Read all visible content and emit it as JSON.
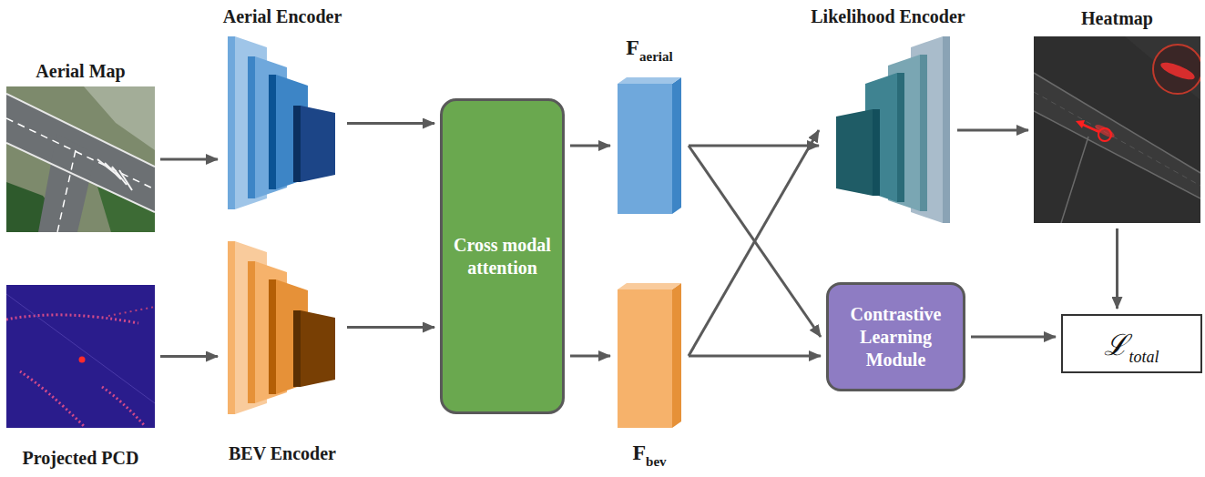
{
  "diagram": {
    "nodes": [
      {
        "text": [
          "Aerial Map"
        ]
      },
      {
        "text": [
          "Aerial Encoder"
        ]
      },
      {
        "text": [
          "Cross modal attention"
        ]
      },
      {
        "text": [
          "F",
          "aerial"
        ]
      },
      {
        "text": [
          "Likelihood Encoder"
        ]
      },
      {
        "text": [
          "Heatmap"
        ]
      },
      {
        "text": [
          "Projected PCD"
        ]
      },
      {
        "text": [
          "BEV Encoder"
        ]
      },
      {
        "text": [
          "F",
          "bev"
        ]
      },
      {
        "text": [
          "Contrastive Learning Module"
        ]
      },
      {
        "text": [
          "ℒ",
          "total"
        ]
      }
    ],
    "edges": [
      {
        "from": 0,
        "to": 1,
        "arrow": "to"
      },
      {
        "from": 6,
        "to": 7,
        "arrow": "to"
      },
      {
        "from": 1,
        "to": 2,
        "arrow": "to"
      },
      {
        "from": 7,
        "to": 2,
        "arrow": "to"
      },
      {
        "from": 2,
        "to": 3,
        "arrow": "to"
      },
      {
        "from": 2,
        "to": 8,
        "arrow": "to"
      },
      {
        "from": 3,
        "to": 4,
        "arrow": "to"
      },
      {
        "from": 3,
        "to": 9,
        "arrow": "to"
      },
      {
        "from": 8,
        "to": 4,
        "arrow": "to"
      },
      {
        "from": 8,
        "to": 9,
        "arrow": "to"
      },
      {
        "from": 4,
        "to": 5,
        "arrow": "to"
      },
      {
        "from": 5,
        "to": 10,
        "arrow": "to"
      },
      {
        "from": 9,
        "to": 10,
        "arrow": "to"
      }
    ]
  }
}
